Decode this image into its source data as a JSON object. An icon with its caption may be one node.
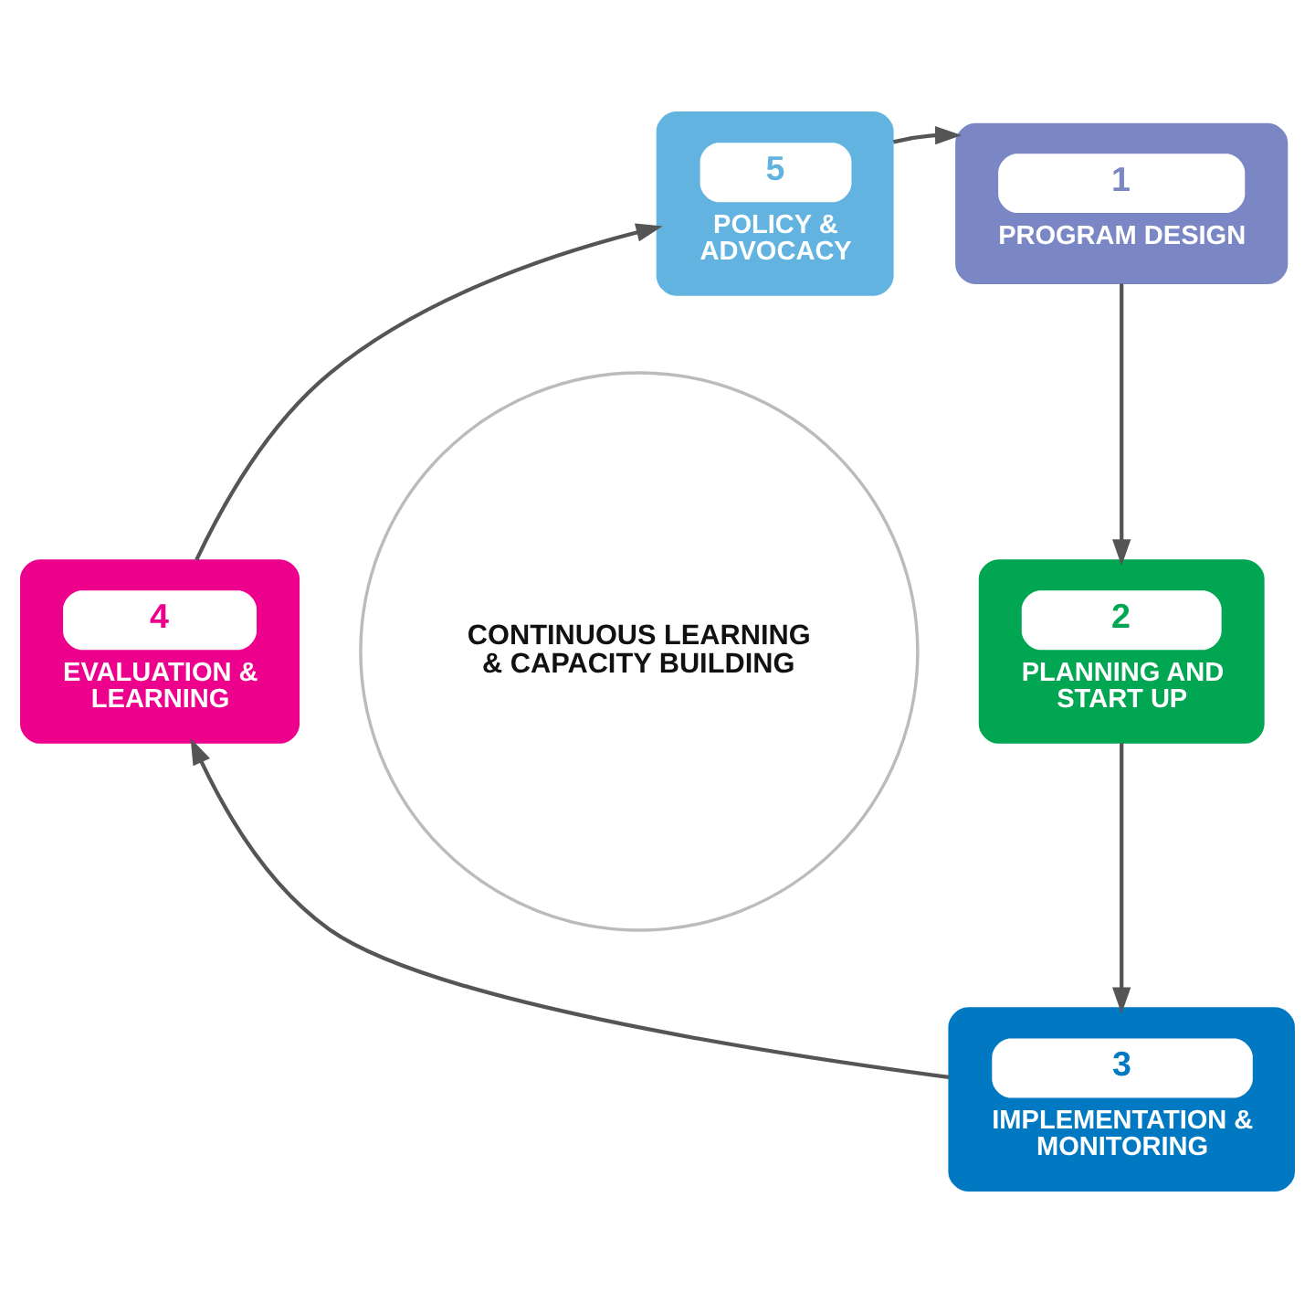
{
  "diagram": {
    "nodes": [
      {
        "text": [
          "1",
          "PROGRAM DESIGN"
        ]
      },
      {
        "text": [
          "2",
          "PLANNING AND START UP"
        ]
      },
      {
        "text": [
          "3",
          "IMPLEMENTATION & MONITORING"
        ]
      },
      {
        "text": [
          "4",
          "EVALUATION & LEARNING"
        ]
      },
      {
        "text": [
          "5",
          "POLICY & ADVOCACY"
        ]
      },
      {
        "text": [
          "CONTINUOUS LEARNING & CAPACITY BUILDING"
        ]
      }
    ],
    "edges": [
      {
        "from": 0,
        "to": 1,
        "arrow": "to"
      },
      {
        "from": 1,
        "to": 2,
        "arrow": "to"
      },
      {
        "from": 2,
        "to": 3,
        "arrow": "to"
      },
      {
        "from": 3,
        "to": 4,
        "arrow": "to"
      },
      {
        "from": 4,
        "to": 0,
        "arrow": "to"
      }
    ]
  }
}
